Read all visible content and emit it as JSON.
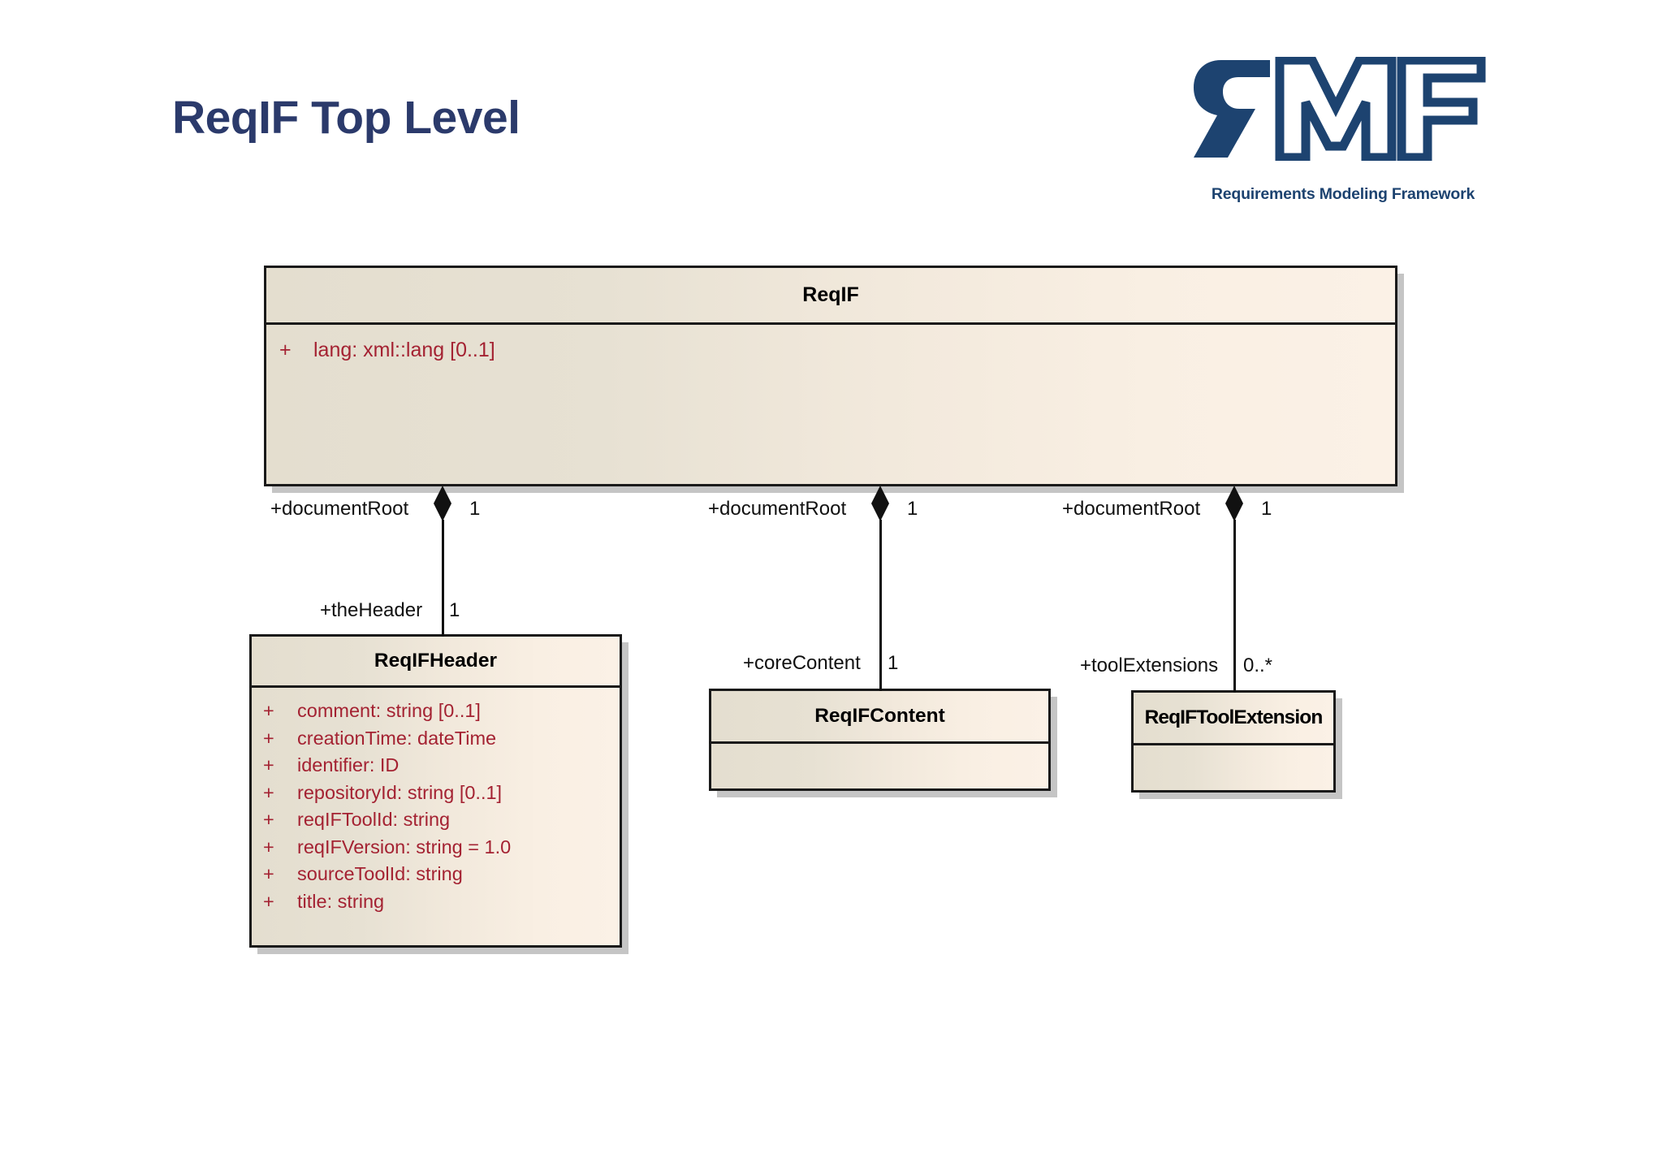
{
  "page": {
    "title": "ReqIF Top Level",
    "background": "#ffffff",
    "title_color": "#2b3a6b"
  },
  "logo": {
    "mark": "RMF",
    "tagline": "Requirements Modeling Framework",
    "color": "#1d4370"
  },
  "diagram": {
    "type": "uml-class-diagram",
    "attribute_color": "#a42232",
    "classes": [
      {
        "id": "reqif",
        "name": "ReqIF",
        "attributes": [
          {
            "visibility": "+",
            "text": "lang:  xml::lang [0..1]"
          }
        ]
      },
      {
        "id": "reqifheader",
        "name": "ReqIFHeader",
        "attributes": [
          {
            "visibility": "+",
            "text": "comment:  string [0..1]"
          },
          {
            "visibility": "+",
            "text": "creationTime:  dateTime"
          },
          {
            "visibility": "+",
            "text": "identifier:  ID"
          },
          {
            "visibility": "+",
            "text": "repositoryId:  string [0..1]"
          },
          {
            "visibility": "+",
            "text": "reqIFToolId:  string"
          },
          {
            "visibility": "+",
            "text": "reqIFVersion:  string = 1.0"
          },
          {
            "visibility": "+",
            "text": "sourceToolId:  string"
          },
          {
            "visibility": "+",
            "text": "title:  string"
          }
        ]
      },
      {
        "id": "reqifcontent",
        "name": "ReqIFContent",
        "attributes": []
      },
      {
        "id": "reqiftoolextension",
        "name": "ReqIFToolExtension",
        "attributes": []
      }
    ],
    "associations": [
      {
        "id": "header",
        "source": "reqif",
        "target": "reqifheader",
        "source_role": "+documentRoot",
        "source_multiplicity": "1",
        "target_role": "+theHeader",
        "target_multiplicity": "1",
        "kind": "composition"
      },
      {
        "id": "content",
        "source": "reqif",
        "target": "reqifcontent",
        "source_role": "+documentRoot",
        "source_multiplicity": "1",
        "target_role": "+coreContent",
        "target_multiplicity": "1",
        "kind": "composition"
      },
      {
        "id": "toolext",
        "source": "reqif",
        "target": "reqiftoolextension",
        "source_role": "+documentRoot",
        "source_multiplicity": "1",
        "target_role": "+toolExtensions",
        "target_multiplicity": "0..*",
        "kind": "composition"
      }
    ]
  }
}
